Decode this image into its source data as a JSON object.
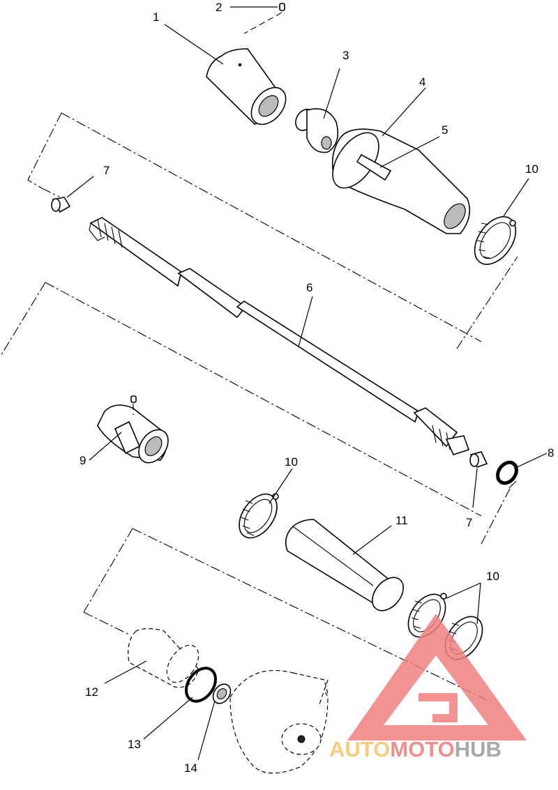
{
  "diagram": {
    "callouts": [
      {
        "id": "c1",
        "label": "1"
      },
      {
        "id": "c2",
        "label": "2"
      },
      {
        "id": "c3",
        "label": "3"
      },
      {
        "id": "c4",
        "label": "4"
      },
      {
        "id": "c5",
        "label": "5"
      },
      {
        "id": "c7a",
        "label": "7"
      },
      {
        "id": "c10a",
        "label": "10"
      },
      {
        "id": "c6",
        "label": "6"
      },
      {
        "id": "c9",
        "label": "9"
      },
      {
        "id": "c10b",
        "label": "10"
      },
      {
        "id": "c8",
        "label": "8"
      },
      {
        "id": "c7b",
        "label": "7"
      },
      {
        "id": "c11",
        "label": "11"
      },
      {
        "id": "c10c",
        "label": "10"
      },
      {
        "id": "c12",
        "label": "12"
      },
      {
        "id": "c13",
        "label": "13"
      },
      {
        "id": "c14",
        "label": "14"
      }
    ]
  },
  "watermark": {
    "part1": "AUTO",
    "part2": "MOTO",
    "part3": "HUB",
    "colors": {
      "auto": "#f5c36b",
      "moto": "#ef7b7b",
      "hub": "#9a9a9a",
      "triangle": "#f08080"
    }
  }
}
